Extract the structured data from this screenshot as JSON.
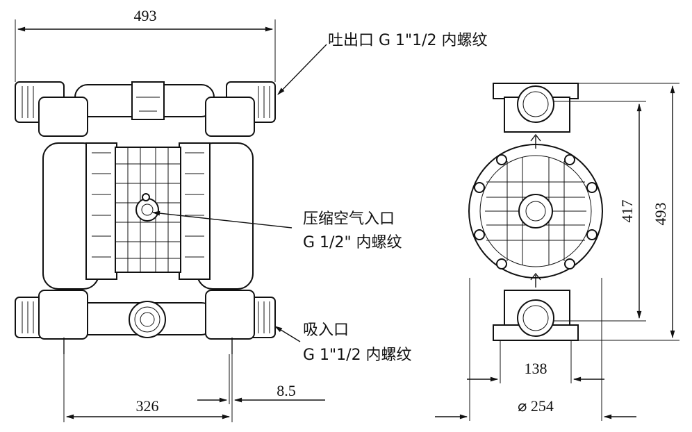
{
  "dimensions": {
    "front_width": "493",
    "front_base_width": "326",
    "offset": "8.5",
    "side_height_inner": "417",
    "side_height_outer": "493",
    "side_base_width": "138",
    "side_diameter": "⌀ 254"
  },
  "callouts": {
    "outlet": "吐出口 G 1\"1/2 内螺纹",
    "air_inlet_line1": "压缩空气入口",
    "air_inlet_line2": "G 1/2\" 内螺纹",
    "inlet_line1": "吸入口",
    "inlet_line2": "G 1\"1/2 内螺纹"
  },
  "icons": {
    "flow_arrow": "arrow-up-icon",
    "air_valve": "air-valve-icon"
  }
}
